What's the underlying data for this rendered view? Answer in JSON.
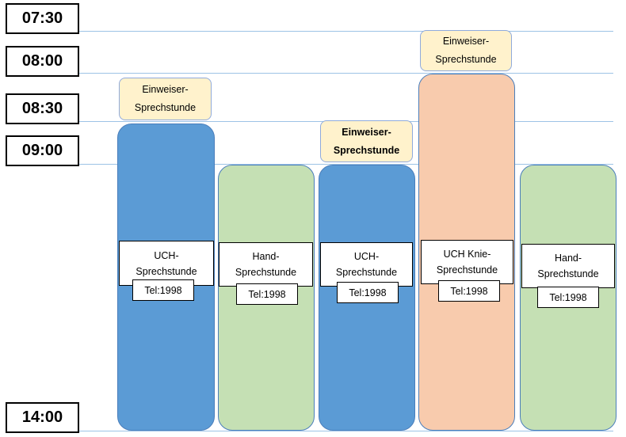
{
  "times": [
    "07:30",
    "08:00",
    "08:30",
    "09:00",
    "14:00"
  ],
  "columns": [
    {
      "kind": "UCH",
      "color": "#5b9bd5",
      "einweiser": [
        "Einweiser-",
        "Sprechstunde"
      ],
      "label": [
        "UCH-",
        "Sprechstunde"
      ],
      "tel": "Tel:1998"
    },
    {
      "kind": "Hand",
      "color": "#c5e0b4",
      "label": [
        "Hand-",
        "Sprechstunde"
      ],
      "tel": "Tel:1998"
    },
    {
      "kind": "UCH",
      "color": "#5b9bd5",
      "einweiser": [
        "Einweiser-",
        "Sprechstunde"
      ],
      "label": [
        "UCH-",
        "Sprechstunde"
      ],
      "tel": "Tel:1998"
    },
    {
      "kind": "UCH Knie",
      "color": "#f8cbad",
      "einweiser": [
        "Einweiser-",
        "Sprechstunde"
      ],
      "label": [
        "UCH Knie-",
        "Sprechstunde"
      ],
      "tel": "Tel:1998"
    },
    {
      "kind": "Hand",
      "color": "#c5e0b4",
      "label": [
        "Hand-",
        "Sprechstunde"
      ],
      "tel": "Tel:1998"
    }
  ]
}
